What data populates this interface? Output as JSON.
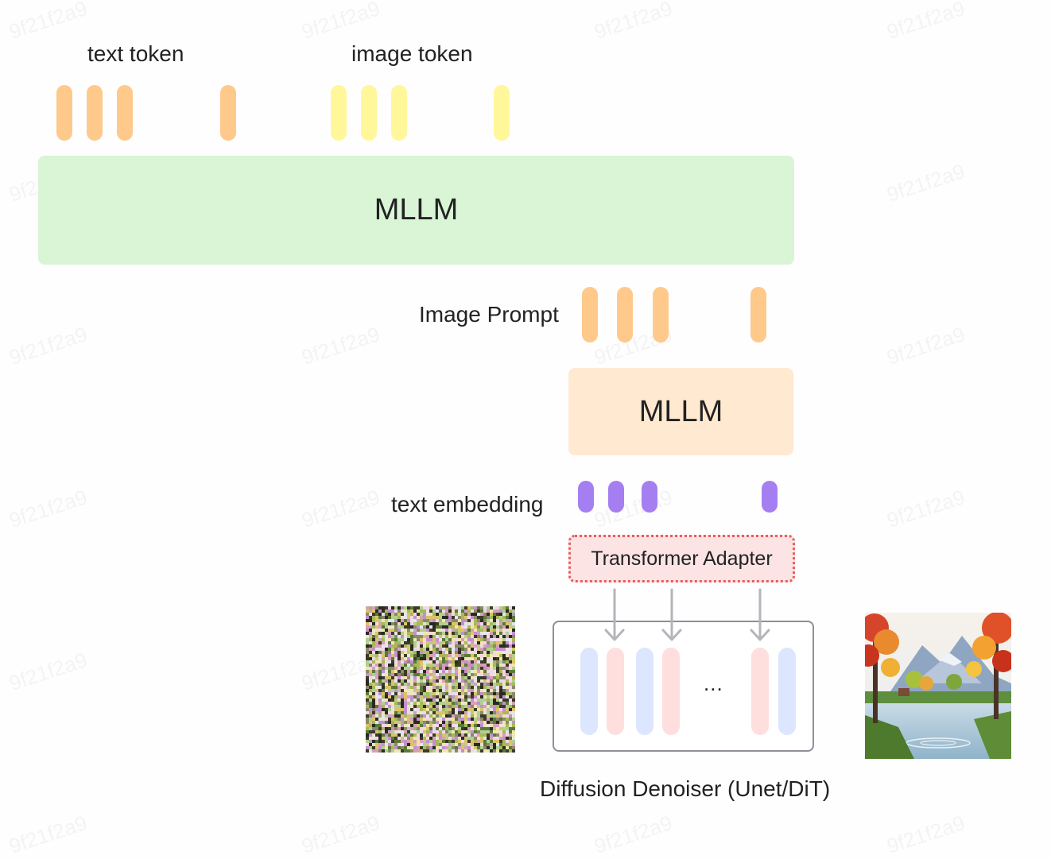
{
  "labels": {
    "text_token": "text token",
    "image_token": "image token",
    "mllm_top": "MLLM",
    "image_prompt": "Image Prompt",
    "mllm_mid": "MLLM",
    "text_embedding": "text embedding",
    "transformer_adapter": "Transformer Adapter",
    "ellipsis": "...",
    "diffusion_denoiser": "Diffusion Denoiser (Unet/DiT)"
  },
  "watermark": "9f21f2a9",
  "colors": {
    "text_token": "#ffc98c",
    "image_token": "#fff79a",
    "image_prompt_token": "#ffc98c",
    "embedding_token": "#a57ff2",
    "mllm_top_fill": "#d9f5d6",
    "mllm_mid_fill": "#ffe9d1",
    "adapter_fill": "#fde4e4",
    "adapter_border": "#ea5d5d",
    "denoiser_border": "#8f8f99",
    "denoiser_blue": "#dde6ff",
    "denoiser_pink": "#ffdede",
    "arrow": "#b4b4ba"
  }
}
